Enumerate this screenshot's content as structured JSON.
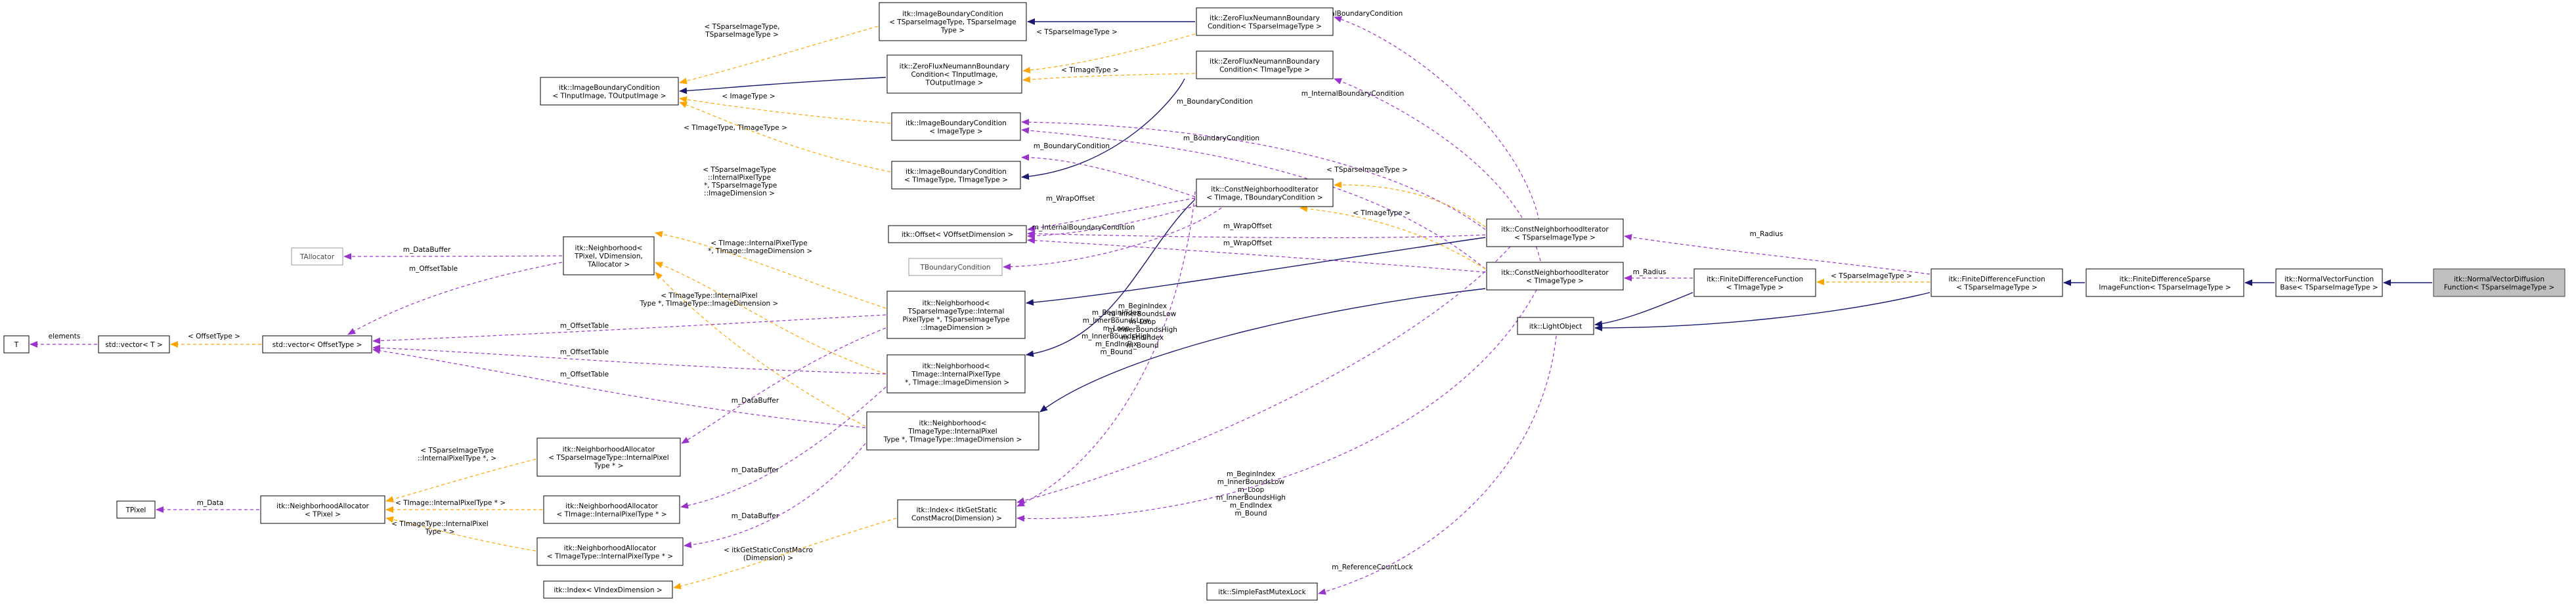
{
  "colors": {
    "inherit": "#191970",
    "use": "#9a32cd",
    "template": "#ffa500",
    "highlight_fill": "#bfbfbf"
  },
  "nodes": {
    "zfnbc_tsparse": [
      "itk::ZeroFluxNeumannBoundary",
      "Condition< TSparseImageType >"
    ],
    "ibc_tsparse": [
      "itk::ImageBoundaryCondition",
      "< TSparseImageType, TSparseImage",
      "Type >"
    ],
    "zfnbc_tin_tout": [
      "itk::ZeroFluxNeumannBoundary",
      "Condition< TInputImage,",
      "TOutputImage >"
    ],
    "zfnbc_timage": [
      "itk::ZeroFluxNeumannBoundary",
      "Condition< TImageType >"
    ],
    "ibc_base": [
      "itk::ImageBoundaryCondition",
      "< TInputImage, TOutputImage >"
    ],
    "ibc_imagetype": [
      "itk::ImageBoundaryCondition",
      "< ImageType >"
    ],
    "ibc_timage2": [
      "itk::ImageBoundaryCondition",
      "< TImageType, TImageType >"
    ],
    "cni_timage_tbc": [
      "itk::ConstNeighborhoodIterator",
      "< TImage, TBoundaryCondition >"
    ],
    "cni_tsparse": [
      "itk::ConstNeighborhoodIterator",
      "< TSparseImageType >"
    ],
    "cni_timagetype": [
      "itk::ConstNeighborhoodIterator",
      "< TImageType >"
    ],
    "offset": [
      "itk::Offset< VOffsetDimension >"
    ],
    "tboundary": [
      "TBoundaryCondition"
    ],
    "tallocator": [
      "TAllocator"
    ],
    "neighborhood_base": [
      "itk::Neighborhood<",
      "TPixel, VDimension,",
      "TAllocator >"
    ],
    "t": [
      "T"
    ],
    "stdvector_t": [
      "std::vector< T >"
    ],
    "stdvector_offset": [
      "std::vector< OffsetType >"
    ],
    "nb_tsparse": [
      "itk::Neighborhood<",
      "TSparseImageType::Internal",
      "PixelType *, TSparseImageType",
      "::ImageDimension >"
    ],
    "nb_timage": [
      "itk::Neighborhood<",
      "TImage::InternalPixelType",
      " *, TImage::ImageDimension >"
    ],
    "nb_timagetype": [
      "itk::Neighborhood<",
      "TImageType::InternalPixel",
      "Type *, TImageType::ImageDimension >"
    ],
    "nalloc_tsparse": [
      "itk::NeighborhoodAllocator",
      "< TSparseImageType::InternalPixel",
      "Type * >"
    ],
    "nalloc_base": [
      "itk::NeighborhoodAllocator",
      "< TPixel >"
    ],
    "nalloc_timage": [
      "itk::NeighborhoodAllocator",
      "< TImage::InternalPixelType * >"
    ],
    "nalloc_timagetype": [
      "itk::NeighborhoodAllocator",
      "< TImageType::InternalPixelType * >"
    ],
    "tpixel": [
      "TPixel"
    ],
    "index_macro": [
      "itk::Index< itkGetStatic",
      "ConstMacro(Dimension) >"
    ],
    "index_v": [
      "itk::Index< VIndexDimension >"
    ],
    "fdf_timagetype": [
      "itk::FiniteDifferenceFunction",
      "< TImageType >"
    ],
    "fdf_tsparse": [
      "itk::FiniteDifferenceFunction",
      "< TSparseImageType >"
    ],
    "lightobject": [
      "itk::LightObject"
    ],
    "sfml": [
      "itk::SimpleFastMutexLock"
    ],
    "fdsparse": [
      "itk::FiniteDifferenceSparse",
      "ImageFunction< TSparseImageType >"
    ],
    "nvfbase": [
      "itk::NormalVectorFunction",
      "Base< TSparseImageType >"
    ],
    "nvdiff": [
      "itk::NormalVectorDiffusion",
      "Function< TSparseImageType >"
    ]
  },
  "edge_labels": {
    "tsparse_tsparse": [
      "< TSparseImageType,",
      "TSparseImageType >"
    ],
    "tsparse_single": [
      "< TSparseImageType >"
    ],
    "timagetype": [
      "< TImageType >"
    ],
    "imagetype": [
      "< ImageType >"
    ],
    "timagetype_pair": [
      "< TImageType, TImageType >"
    ],
    "internal_bc": [
      "m_InternalBoundaryCondition"
    ],
    "internal_bc2": [
      "m_InternalBoundaryCondition"
    ],
    "internal_bc3": [
      "m_InternalBoundaryCondition"
    ],
    "boundary_cond1": [
      "m_BoundaryCondition"
    ],
    "boundary_cond2": [
      "m_BoundaryCondition"
    ],
    "boundary_cond3": [
      "m_BoundaryCondition"
    ],
    "tsparse_tmpl": [
      "< TSparseImageType >"
    ],
    "timagetype_tmpl": [
      "< TImageType >"
    ],
    "wrap_offset1": [
      "m_WrapOffset"
    ],
    "wrap_offset2": [
      "m_WrapOffset"
    ],
    "wrap_offset3": [
      "m_WrapOffset"
    ],
    "nb_tsparse_tmpl": [
      "< TSparseImageType",
      "::InternalPixelType",
      " *, TSparseImageType",
      "::ImageDimension >"
    ],
    "nb_timage_tmpl": [
      "< TImage::InternalPixelType",
      " *, TImage::ImageDimension >"
    ],
    "nb_timagetype_tmpl": [
      "< TImageType::InternalPixel",
      "Type *, TImageType::ImageDimension >"
    ],
    "data_buffer_base": [
      "m_DataBuffer"
    ],
    "offset_table_base": [
      "m_OffsetTable"
    ],
    "offset_type": [
      "< OffsetType >"
    ],
    "elements": [
      "elements"
    ],
    "offset_table1": [
      "m_OffsetTable"
    ],
    "offset_table2": [
      "m_OffsetTable"
    ],
    "offset_table3": [
      "m_OffsetTable"
    ],
    "data_buffer1": [
      "m_DataBuffer"
    ],
    "data_buffer2": [
      "m_DataBuffer"
    ],
    "data_buffer3": [
      "m_DataBuffer"
    ],
    "alloc_tsparse_tmpl": [
      "< TSparseImageType",
      "::InternalPixelType *, >"
    ],
    "alloc_timage_tmpl": [
      "< TImage::InternalPixelType * >"
    ],
    "alloc_timagetype_tmpl": [
      "< TImageType::InternalPixel",
      "Type * >"
    ],
    "m_data": [
      "m_Data"
    ],
    "bounds_mid": [
      "m_BeginIndex",
      "m_InnerBoundsLow",
      "m_Loop",
      "m_InnerBoundsHigh",
      "m_EndIndex",
      "m_Bound"
    ],
    "bounds_top": [
      "m_BeginIndex",
      "m_InnerBoundsLow",
      "m_Loop",
      "m_InnerBoundsHigh",
      "m_EndIndex",
      "m_Bound"
    ],
    "bounds_low": [
      "m_BeginIndex",
      "m_InnerBoundsLow",
      "m_Loop",
      "m_InnerBoundsHigh",
      "m_EndIndex",
      "m_Bound"
    ],
    "index_tmpl": [
      "< itkGetStaticConstMacro",
      "(Dimension) >"
    ],
    "radius1": [
      "m_Radius"
    ],
    "radius2": [
      "m_Radius"
    ],
    "fdf_tmpl": [
      "< TSparseImageType >"
    ],
    "refcount": [
      "m_ReferenceCountLock"
    ]
  }
}
